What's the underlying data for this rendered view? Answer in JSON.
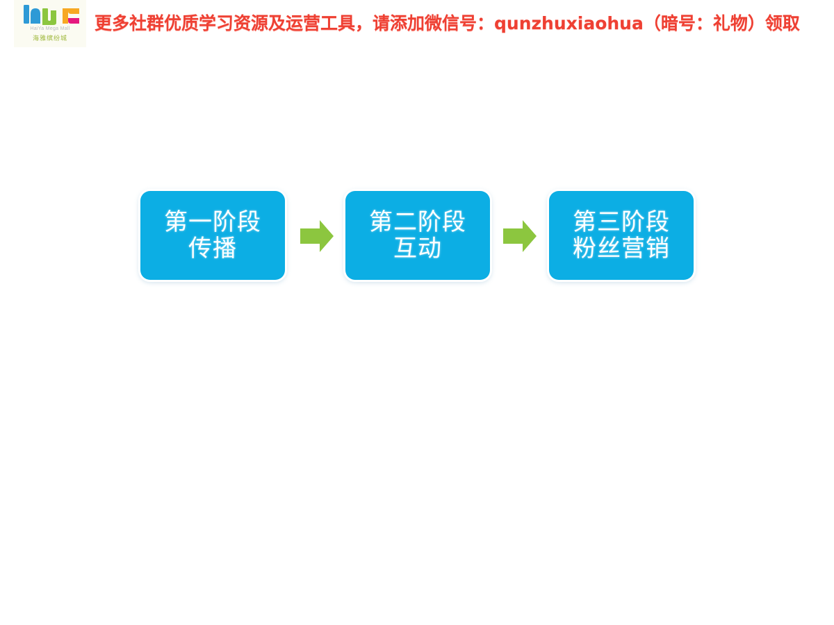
{
  "header": {
    "promo_text": "更多社群优质学习资源及运营工具，请添加微信号：qunzhuxiaohua（暗号：礼物）领取",
    "promo_color": "#ee4033",
    "logo": {
      "name_en": "HaiYa Mega Mall",
      "name_cn": "海雅缤纷城",
      "mark_colors": [
        "#2e9ad6",
        "#8cc63f",
        "#f7a823",
        "#e5197f"
      ]
    }
  },
  "diagram": {
    "type": "process-flow",
    "accent_color": "#0caee4",
    "arrow_color": "#8cc63f",
    "stages": [
      {
        "title": "第一阶段",
        "subtitle": "传播"
      },
      {
        "title": "第二阶段",
        "subtitle": "互动"
      },
      {
        "title": "第三阶段",
        "subtitle": "粉丝营销"
      }
    ],
    "connectors": [
      {
        "icon": "arrow-right-icon"
      },
      {
        "icon": "arrow-right-icon"
      }
    ]
  }
}
